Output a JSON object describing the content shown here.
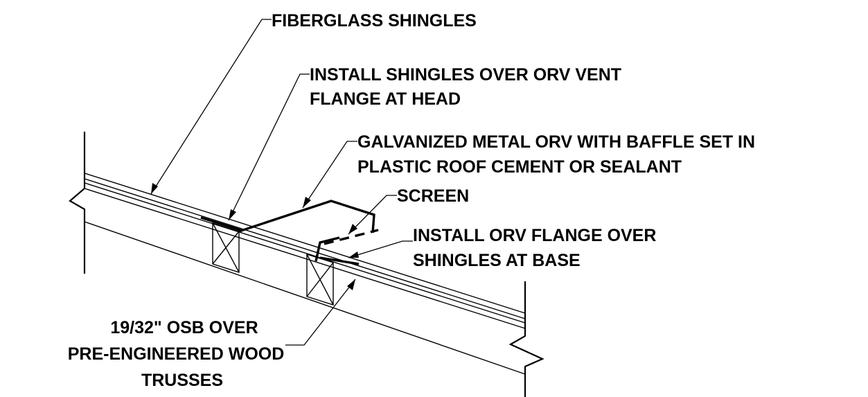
{
  "labels": {
    "fiberglass_shingles": "FIBERGLASS SHINGLES",
    "install_shingles_line1": "INSTALL SHINGLES OVER ORV VENT",
    "install_shingles_line2": "FLANGE AT HEAD",
    "galvanized_line1": "GALVANIZED METAL ORV WITH BAFFLE SET IN",
    "galvanized_line2": "PLASTIC ROOF CEMENT OR SEALANT",
    "screen": "SCREEN",
    "install_flange_line1": "INSTALL ORV FLANGE OVER",
    "install_flange_line2": "SHINGLES AT BASE",
    "osb_line1": "19/32\" OSB OVER",
    "osb_line2": "PRE-ENGINEERED WOOD",
    "osb_line3": "TRUSSES"
  }
}
